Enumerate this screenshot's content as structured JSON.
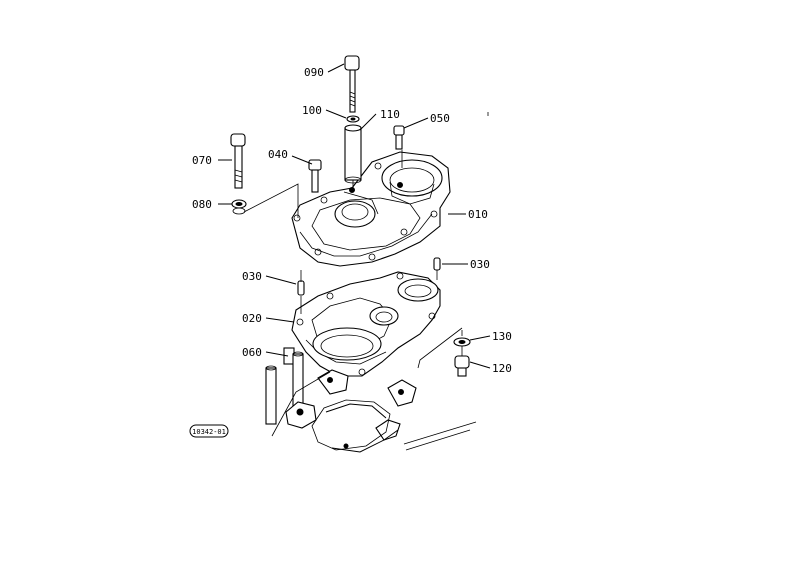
{
  "diagram": {
    "figure_code": "10342-01",
    "callouts": [
      {
        "id": "090",
        "label": "090"
      },
      {
        "id": "100",
        "label": "100"
      },
      {
        "id": "110",
        "label": "110"
      },
      {
        "id": "050",
        "label": "050"
      },
      {
        "id": "070",
        "label": "070"
      },
      {
        "id": "040",
        "label": "040"
      },
      {
        "id": "080",
        "label": "080"
      },
      {
        "id": "010",
        "label": "010"
      },
      {
        "id": "030a",
        "label": "030"
      },
      {
        "id": "030b",
        "label": "030"
      },
      {
        "id": "020",
        "label": "020"
      },
      {
        "id": "130",
        "label": "130"
      },
      {
        "id": "060",
        "label": "060"
      },
      {
        "id": "120",
        "label": "120"
      }
    ]
  }
}
